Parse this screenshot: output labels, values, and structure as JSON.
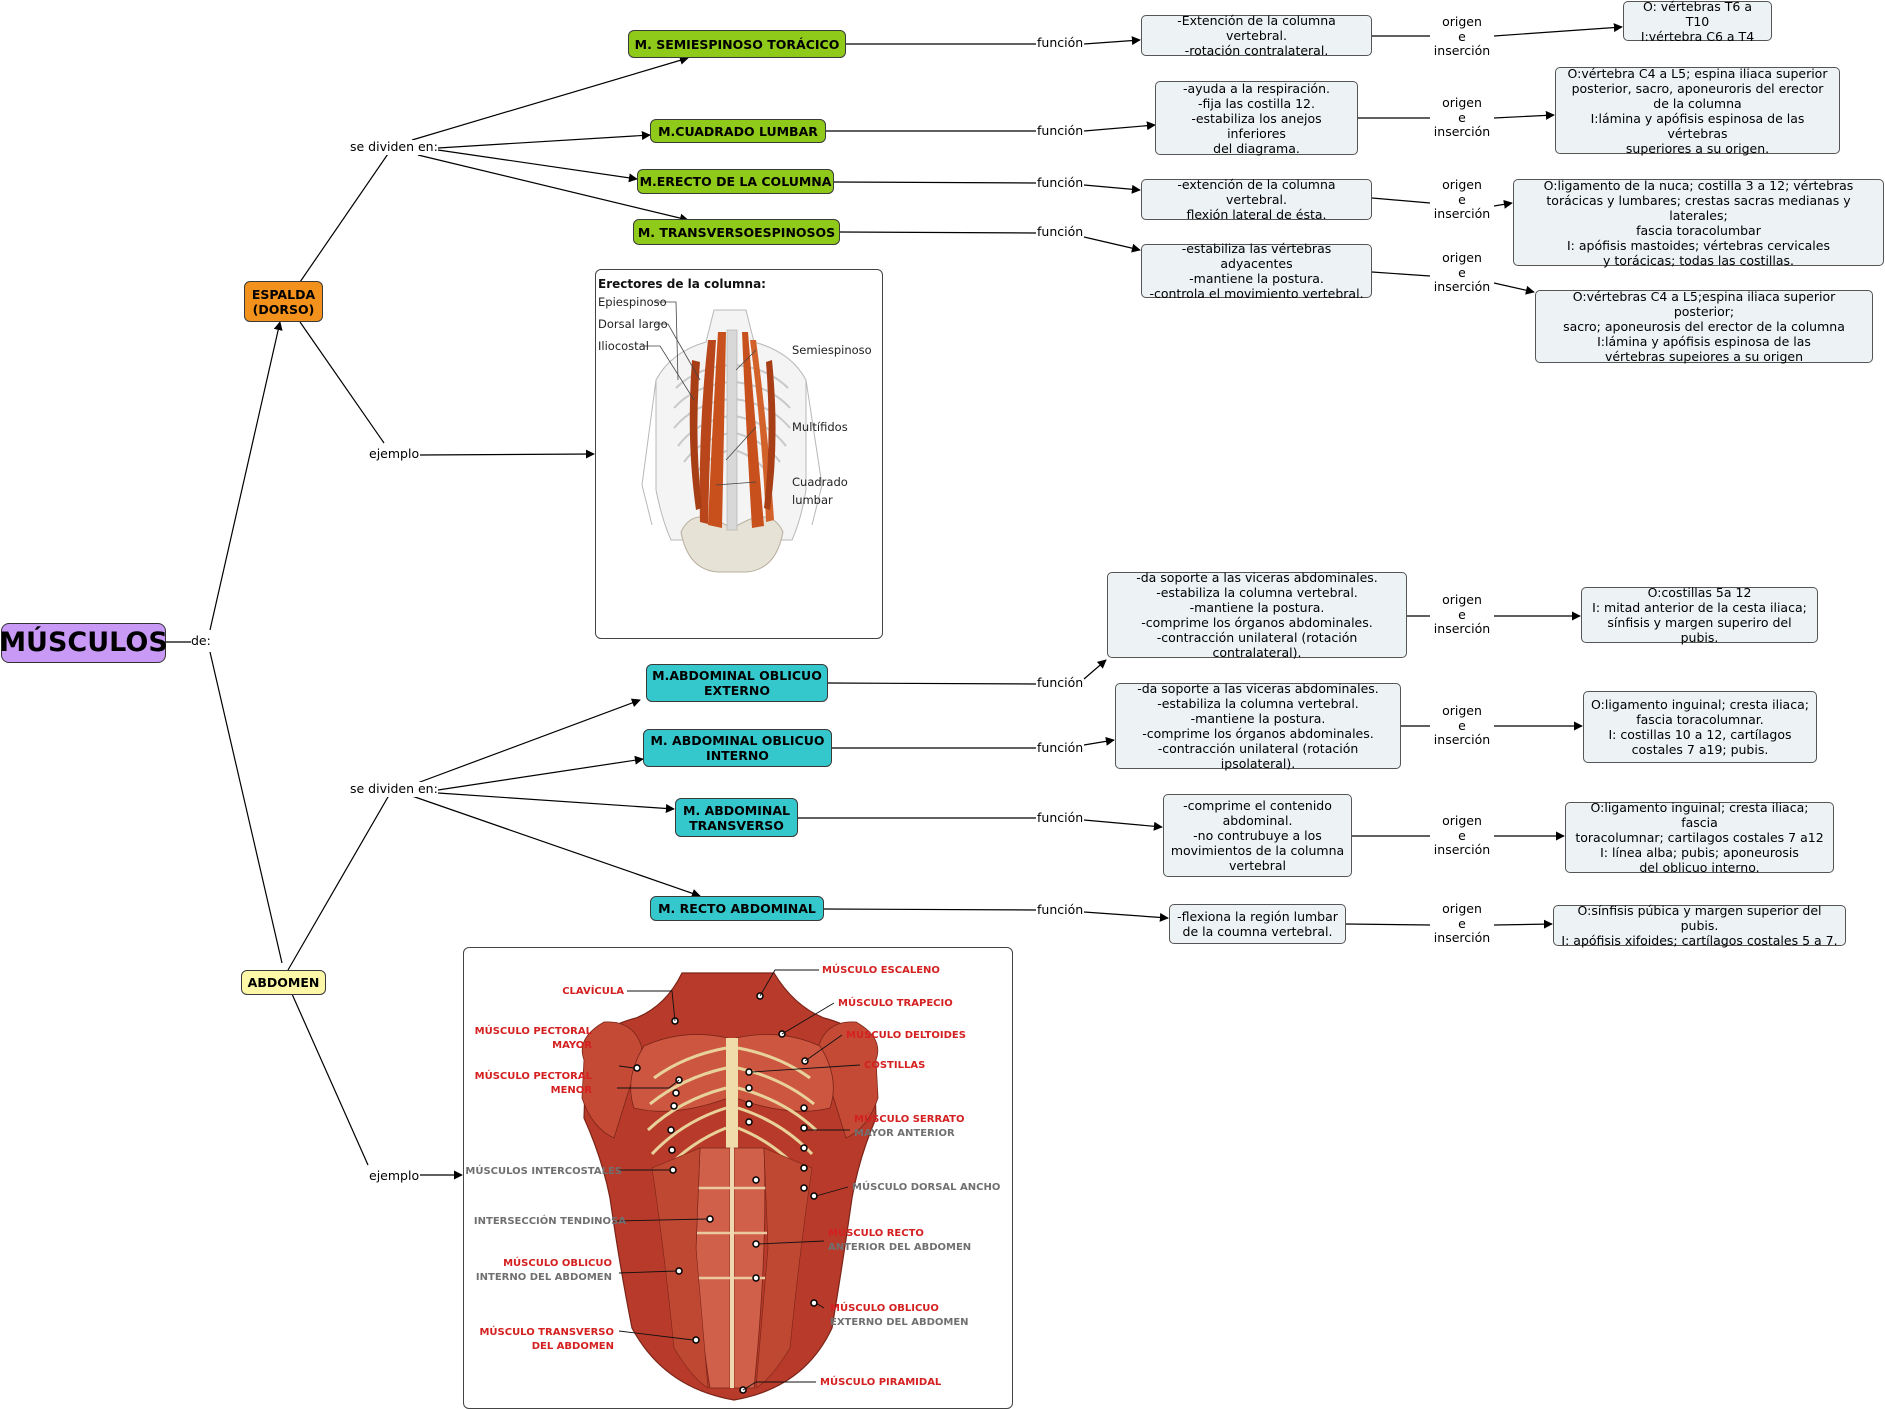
{
  "root": {
    "title": "MÚSCULOS"
  },
  "links": {
    "de": "de:",
    "se_dividen": "se dividen en:",
    "ejemplo": "ejemplo",
    "funcion": "función",
    "origen": "origen\ne\ninserción"
  },
  "espalda": {
    "title": "ESPALDA\n(DORSO)",
    "muscles": [
      {
        "name": "M. SEMIESPINOSO TORÁCICO",
        "funcion": "-Extención de la columna vertebral.\n-rotación contralateral.",
        "origen": "O: vértebras T6 a T10\nI:vértebra C6 a T4"
      },
      {
        "name": "M.CUADRADO LUMBAR",
        "funcion": "-ayuda a la respiración.\n-fija las costilla 12.\n-estabiliza los anejos inferiores\ndel diagrama.",
        "origen": "O:vértebra C4 a L5; espina iliaca superior\nposterior, sacro, aponeuroris del erector\nde la columna\nI:lámina y apófisis espinosa de las vértebras\nsuperiores a su origen."
      },
      {
        "name": "M.ERECTO DE LA COLUMNA",
        "funcion": "-extención de la columna vertebral.\nflexión lateral de ésta.",
        "origen": "O:ligamento de la nuca; costilla 3 a 12; vértebras\ntorácicas y lumbares; crestas sacras medianas y laterales;\nfascia toracolumbar\nI: apófisis mastoides; vértebras cervicales\ny torácicas; todas las costillas."
      },
      {
        "name": "M. TRANSVERSOESPINOSOS",
        "funcion": "-estabiliza las vértebras adyacentes\n-mantiene la postura.\n-controla el movimiento vertebral.",
        "origen": "O:vértebras C4 a L5;espina iliaca superior posterior;\nsacro; aponeurosis del erector de la columna\nI:lámina y apófisis espinosa de las\nvértebras supeiores a su origen"
      }
    ],
    "image": {
      "title": "Erectores de la columna:",
      "labels": [
        "Epiespinoso",
        "Dorsal largo",
        "Iliocostal",
        "Semiespinoso",
        "Multífidos",
        "Cuadrado\nlumbar"
      ]
    }
  },
  "abdomen": {
    "title": "ABDOMEN",
    "muscles": [
      {
        "name": "M.ABDOMINAL OBLICUO\nEXTERNO",
        "funcion": "-da soporte a las viceras abdominales.\n-estabiliza la columna vertebral.\n-mantiene la postura.\n-comprime los órganos abdominales.\n-contracción unilateral (rotación contralateral).",
        "origen": "O:costillas 5a 12\nI: mitad anterior de la cesta iliaca;\nsínfisis y margen superiro del pubis."
      },
      {
        "name": "M. ABDOMINAL OBLICUO\nINTERNO",
        "funcion": "-da soporte a las viceras abdominales.\n-estabiliza la columna vertebral.\n-mantiene la postura.\n-comprime los órganos abdominales.\n-contracción unilateral (rotación ipsolateral).",
        "origen": "O:ligamento inguinal; cresta iliaca;\nfascia toracolumnar.\nI: costillas 10 a 12, cartílagos\ncostales 7 a19; pubis."
      },
      {
        "name": "M. ABDOMINAL\nTRANSVERSO",
        "funcion": "-comprime el contenido\nabdominal.\n-no contrubuye a los\nmovimientos de la columna\nvertebral",
        "origen": "O:ligamento inguinal; cresta iliaca; fascia\ntoracolumnar; cartilagos costales 7 a12\nI: línea alba; pubis; aponeurosis\ndel oblicuo interno."
      },
      {
        "name": "M. RECTO ABDOMINAL",
        "funcion": "-flexiona la región lumbar\nde la coumna vertebral.",
        "origen": "O:sínfisis púbica y margen superior del pubis.\nI: apófisis xifoides; cartílagos costales 5 a 7."
      }
    ],
    "image": {
      "labels": {
        "clavicula": "CLAVÍCULA",
        "pectoral_mayor_1": "MÚSCULO PECTORAL",
        "pectoral_mayor_2": "MAYOR",
        "pectoral_menor_1": "MÚSCULO PECTORAL",
        "pectoral_menor_2": "MENOR",
        "intercostales": "MÚSCULOS INTERCOSTALES",
        "interseccion": "INTERSECCIÓN TENDINOSA",
        "oblicuo_int_1": "MÚSCULO OBLICUO",
        "oblicuo_int_2": "INTERNO DEL ABDOMEN",
        "transverso_1": "MÚSCULO TRANSVERSO",
        "transverso_2": "DEL ABDOMEN",
        "escaleno": "MÚSCULO ESCALENO",
        "trapecio": "MÚSCULO TRAPECIO",
        "deltoides": "MÚSCULO DELTOIDES",
        "costillas": "COSTILLAS",
        "serrato_1": "MÚSCULO SERRATO",
        "serrato_2": "MAYOR ANTERIOR",
        "dorsal_ancho": "MÚSCULO DORSAL ANCHO",
        "recto_1": "MÚSCULO RECTO",
        "recto_2": "ANTERIOR DEL ABDOMEN",
        "oblicuo_ext_1": "MÚSCULO OBLICUO",
        "oblicuo_ext_2": "EXTERNO DEL ABDOMEN",
        "piramidal": "MÚSCULO PIRAMIDAL"
      }
    }
  },
  "colors": {
    "root": "#c89af6",
    "espalda": "#f2921c",
    "abdomen": "#fdf8a8",
    "back_muscle": "#8fc91a",
    "abdomen_muscle": "#34c8cc",
    "info": "#edf2f4",
    "anatomy_red": "#d42020",
    "anatomy_gray": "#707070"
  }
}
